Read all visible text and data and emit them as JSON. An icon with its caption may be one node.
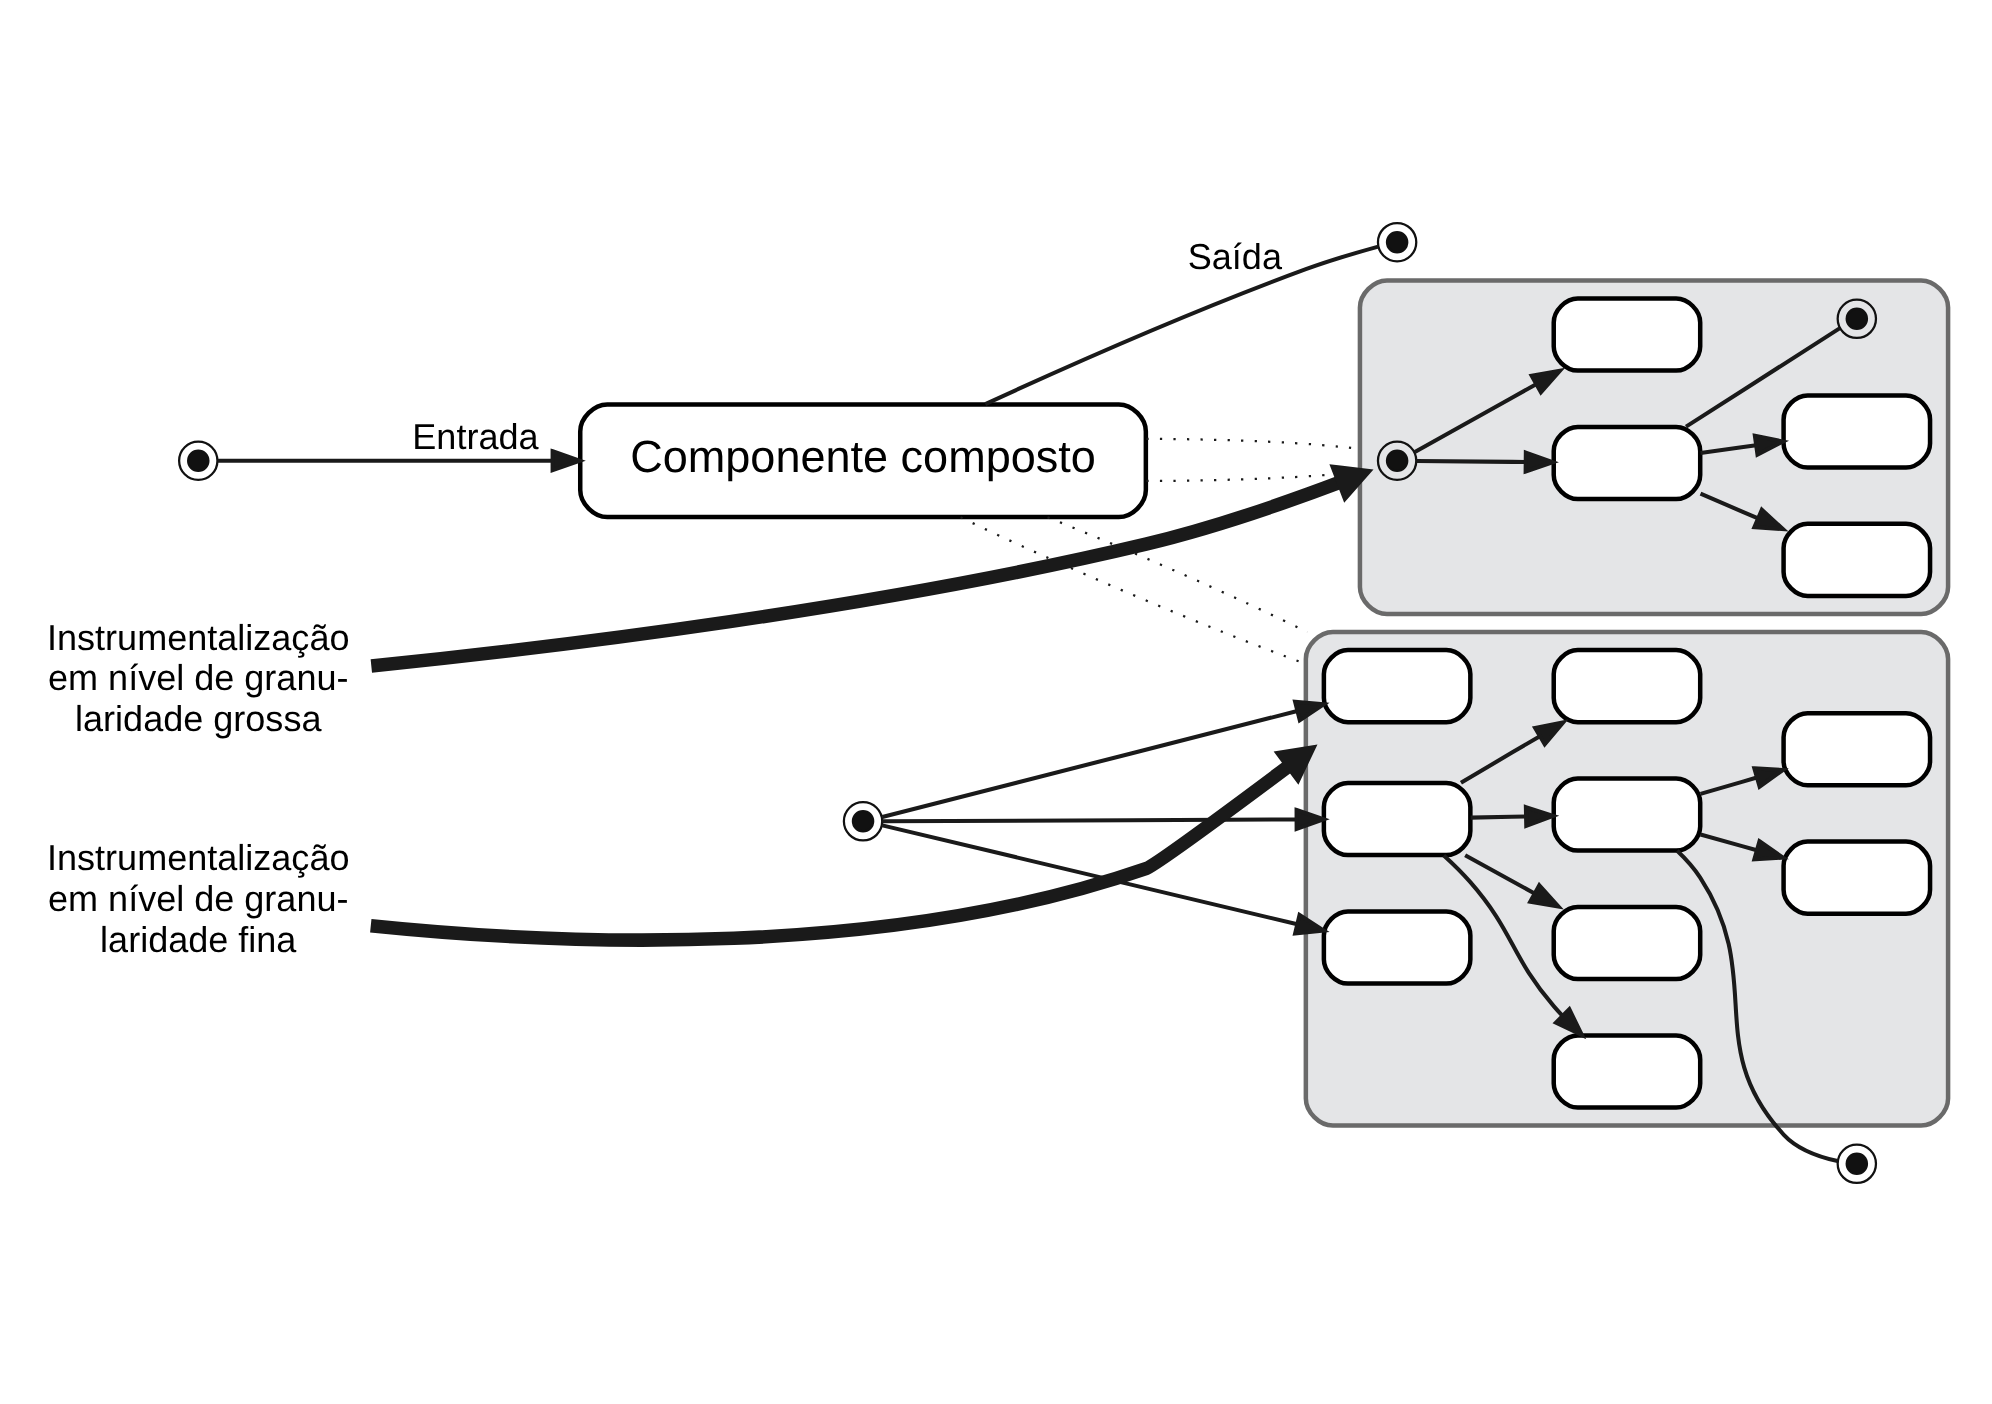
{
  "diagram": {
    "nodes": [
      {
        "text": [],
        "shape": "circle"
      },
      {
        "text": [
          "Componente composto"
        ]
      },
      {
        "text": [],
        "shape": "circle"
      },
      {
        "text": [],
        "shape": "box"
      },
      {
        "text": [],
        "shape": "circle",
        "in": 3
      },
      {
        "text": [],
        "shape": "box",
        "in": 3
      },
      {
        "text": [],
        "shape": "box",
        "in": 3
      },
      {
        "text": [],
        "shape": "box",
        "in": 3
      },
      {
        "text": [],
        "shape": "box",
        "in": 3
      },
      {
        "text": [],
        "shape": "circle",
        "in": 3
      },
      {
        "text": [
          "Instrumentalização em nível de granu- laridade grossa"
        ]
      },
      {
        "text": [],
        "shape": "box"
      },
      {
        "text": [],
        "shape": "circle"
      },
      {
        "text": [],
        "shape": "box",
        "in": 11
      },
      {
        "text": [],
        "shape": "box",
        "in": 11
      },
      {
        "text": [],
        "shape": "box",
        "in": 11
      },
      {
        "text": [],
        "shape": "box",
        "in": 11
      },
      {
        "text": [],
        "shape": "box",
        "in": 11
      },
      {
        "text": [],
        "shape": "box",
        "in": 11
      },
      {
        "text": [],
        "shape": "box",
        "in": 11
      },
      {
        "text": [],
        "shape": "box",
        "in": 11
      },
      {
        "text": [],
        "shape": "box",
        "in": 11
      },
      {
        "text": [],
        "shape": "circle"
      },
      {
        "text": [
          "Instrumentalização em nível de granu- laridade fina"
        ]
      }
    ],
    "edges": [
      {
        "from": 0,
        "to": 1,
        "arrow": "to",
        "label": "Entrada"
      },
      {
        "from": 1,
        "to": 2,
        "arrow": "none",
        "label": "Saída"
      },
      {
        "from": 1,
        "to": 3,
        "arrow": "none",
        "style": "dashed"
      },
      {
        "from": 1,
        "to": 3,
        "arrow": "none",
        "style": "dashed"
      },
      {
        "from": 1,
        "to": 11,
        "arrow": "none",
        "style": "dashed"
      },
      {
        "from": 1,
        "to": 11,
        "arrow": "none",
        "style": "dashed"
      },
      {
        "from": 4,
        "to": 5,
        "arrow": "to"
      },
      {
        "from": 4,
        "to": 6,
        "arrow": "to"
      },
      {
        "from": 5,
        "to": 7,
        "arrow": "to"
      },
      {
        "from": 5,
        "to": 8,
        "arrow": "to"
      },
      {
        "from": 5,
        "to": 9,
        "arrow": "none"
      },
      {
        "from": 10,
        "to": 3,
        "arrow": "to",
        "style": "thick"
      },
      {
        "from": 12,
        "to": 17,
        "arrow": "to"
      },
      {
        "from": 12,
        "to": 13,
        "arrow": "to"
      },
      {
        "from": 12,
        "to": 19,
        "arrow": "to"
      },
      {
        "from": 17,
        "to": 18,
        "arrow": "to"
      },
      {
        "from": 17,
        "to": 14,
        "arrow": "to"
      },
      {
        "from": 17,
        "to": 15,
        "arrow": "to"
      },
      {
        "from": 17,
        "to": 20,
        "arrow": "to"
      },
      {
        "from": 18,
        "to": 22,
        "arrow": "none"
      },
      {
        "from": 18,
        "to": 16,
        "arrow": "to"
      },
      {
        "from": 18,
        "to": 21,
        "arrow": "to"
      },
      {
        "from": 23,
        "to": 11,
        "arrow": "to",
        "style": "thick"
      }
    ]
  }
}
